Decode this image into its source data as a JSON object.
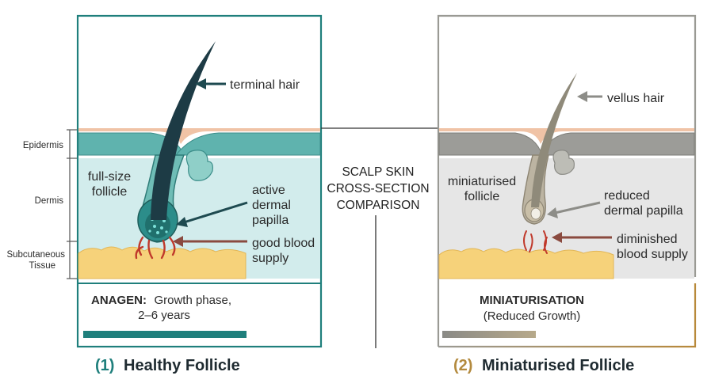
{
  "layers": {
    "epidermis": "Epidermis",
    "dermis": "Dermis",
    "subcutaneous_line1": "Subcutaneous",
    "subcutaneous_line2": "Tissue"
  },
  "center_title": {
    "line1": "SCALP SKIN",
    "line2": "CROSS-SECTION",
    "line3": "COMPARISON"
  },
  "healthy": {
    "number": "(1)",
    "title": "Healthy Follicle",
    "hair_label": "terminal hair",
    "follicle_label_line1": "full-size",
    "follicle_label_line2": "follicle",
    "papilla_line1": "active",
    "papilla_line2": "dermal",
    "papilla_line3": "papilla",
    "blood_line1": "good blood",
    "blood_line2": "supply",
    "phase_bold": "ANAGEN:",
    "phase_rest": "Growth phase,",
    "phase_line2": "2–6 years",
    "accent": "#1f7f7c"
  },
  "miniaturised": {
    "number": "(2)",
    "title": "Miniaturised Follicle",
    "hair_label": "vellus hair",
    "follicle_label_line1": "miniaturised",
    "follicle_label_line2": "follicle",
    "papilla_line1": "reduced",
    "papilla_line2": "dermal papilla",
    "blood_line1": "diminished",
    "blood_line2": "blood supply",
    "phase_bold": "MINIATURISATION",
    "phase_line2": "(Reduced Growth)",
    "accent": "#b38a3e"
  }
}
